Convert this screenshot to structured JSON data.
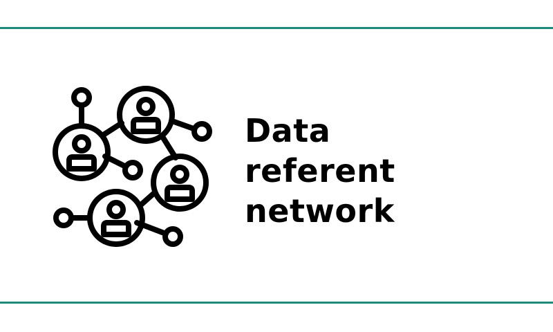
{
  "title_lines": [
    "Data",
    "referent",
    "network"
  ],
  "icon": "people-network-icon",
  "colors": {
    "accent_line": "#1f8a7a",
    "foreground": "#000000",
    "background": "#ffffff"
  }
}
